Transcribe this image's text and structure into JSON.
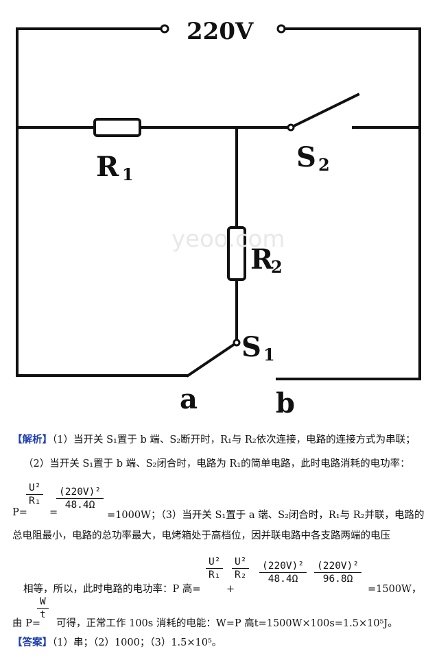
{
  "circuit": {
    "voltage_label": "220V",
    "r1_label": "R",
    "r1_sub": "1",
    "r2_label": "R",
    "r2_sub": "2",
    "s1_label": "S",
    "s1_sub": "1",
    "s2_label": "S",
    "s2_sub": "2",
    "a_label": "a",
    "b_label": "b",
    "watermark": "yeoo.com"
  },
  "analysis": {
    "tag": "【解析】",
    "line1": "（1）当开关 S₁置于 b 端、S₂断开时，R₁与 R₂依次连接，电路的连接方式为串联；",
    "line2": "（2）当开关 S₁置于 b 端、S₂闭合时，电路为 R₁的简单电路，此时电路消耗的电功率：",
    "line3_prefix": "P=",
    "frac1_num": "U²",
    "frac1_den": "R₁",
    "eq": "=",
    "frac2_num": "(220V)²",
    "frac2_den": "48.4Ω",
    "line3_suffix": "=1000W；（3）当开关 S₁置于 a 端、S₂闭合时，R₁与 R₂并联，电路的",
    "line4": "总电阻最小，电路的总功率最大，电烤箱处于高档位，因并联电路中各支路两端的电压",
    "line5_prefix": "相等，所以，此时电路的电功率：P 高=",
    "frac3_num": "U²",
    "frac3_den": "R₁",
    "plus": "+",
    "frac4_num": "U²",
    "frac4_den": "R₂",
    "frac5_num": "(220V)²",
    "frac5_den": "48.4Ω",
    "frac6_num": "(220V)²",
    "frac6_den": "96.8Ω",
    "line5_suffix": "=1500W，",
    "line6_prefix": "由 P=",
    "frac7_num": "W",
    "frac7_den": "t",
    "line6_suffix": "可得，正常工作 100s 消耗的电能：W=P 高t=1500W×100s=1.5×10⁵J。"
  },
  "answer": {
    "tag": "【答案】",
    "text": "（1）串；（2）1000；（3）1.5×10⁵。"
  }
}
